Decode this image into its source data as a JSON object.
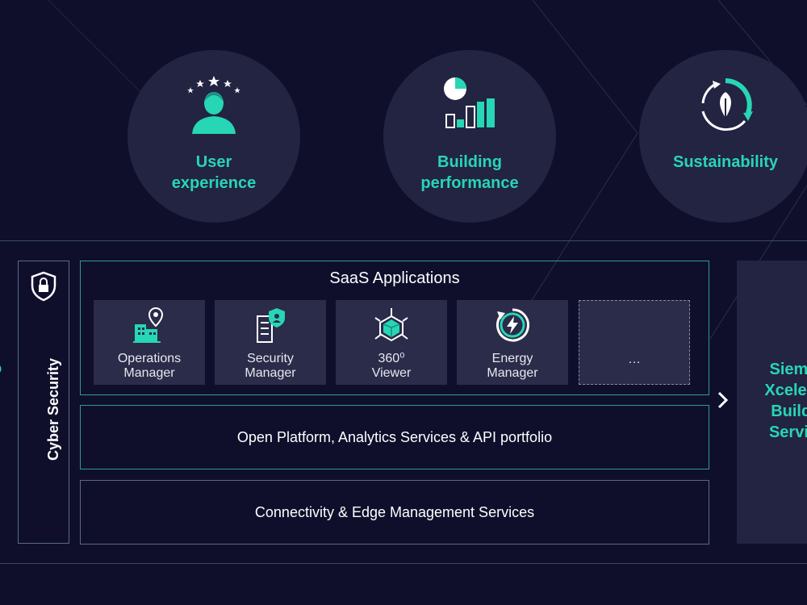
{
  "pillars": [
    {
      "label_line1": "User",
      "label_line2": "experience",
      "icon": "user-rating-icon"
    },
    {
      "label_line1": "Building",
      "label_line2": "performance",
      "icon": "bar-chart-icon"
    },
    {
      "label_line1": "Sustainability",
      "label_line2": "",
      "icon": "leaf-cycle-icon"
    }
  ],
  "cyber_security": {
    "label": "Cyber Security",
    "icon": "shield-lock-icon"
  },
  "saas": {
    "title": "SaaS Applications",
    "apps": [
      {
        "line1": "Operations",
        "line2": "Manager",
        "icon": "building-location-icon"
      },
      {
        "line1": "Security",
        "line2": "Manager",
        "icon": "security-shield-icon"
      },
      {
        "line1": "360⁰",
        "line2": "Viewer",
        "icon": "cube-360-icon"
      },
      {
        "line1": "Energy",
        "line2": "Manager",
        "icon": "energy-bolt-icon"
      },
      {
        "line1": "…",
        "line2": "",
        "icon": ""
      }
    ]
  },
  "platform_band": {
    "label": "Open Platform, Analytics Services & API portfolio"
  },
  "connectivity_band": {
    "label": "Connectivity & Edge Management Services"
  },
  "xcelerator": {
    "line1": "Sieme",
    "line2": "Xcelera",
    "line3": "Buildi",
    "line4": "Servic"
  },
  "left_edge_fragment": "o",
  "colors": {
    "background": "#0f0f2c",
    "accent": "#27d6b4",
    "tile": "#2b2b4a",
    "circle": "#232342"
  }
}
